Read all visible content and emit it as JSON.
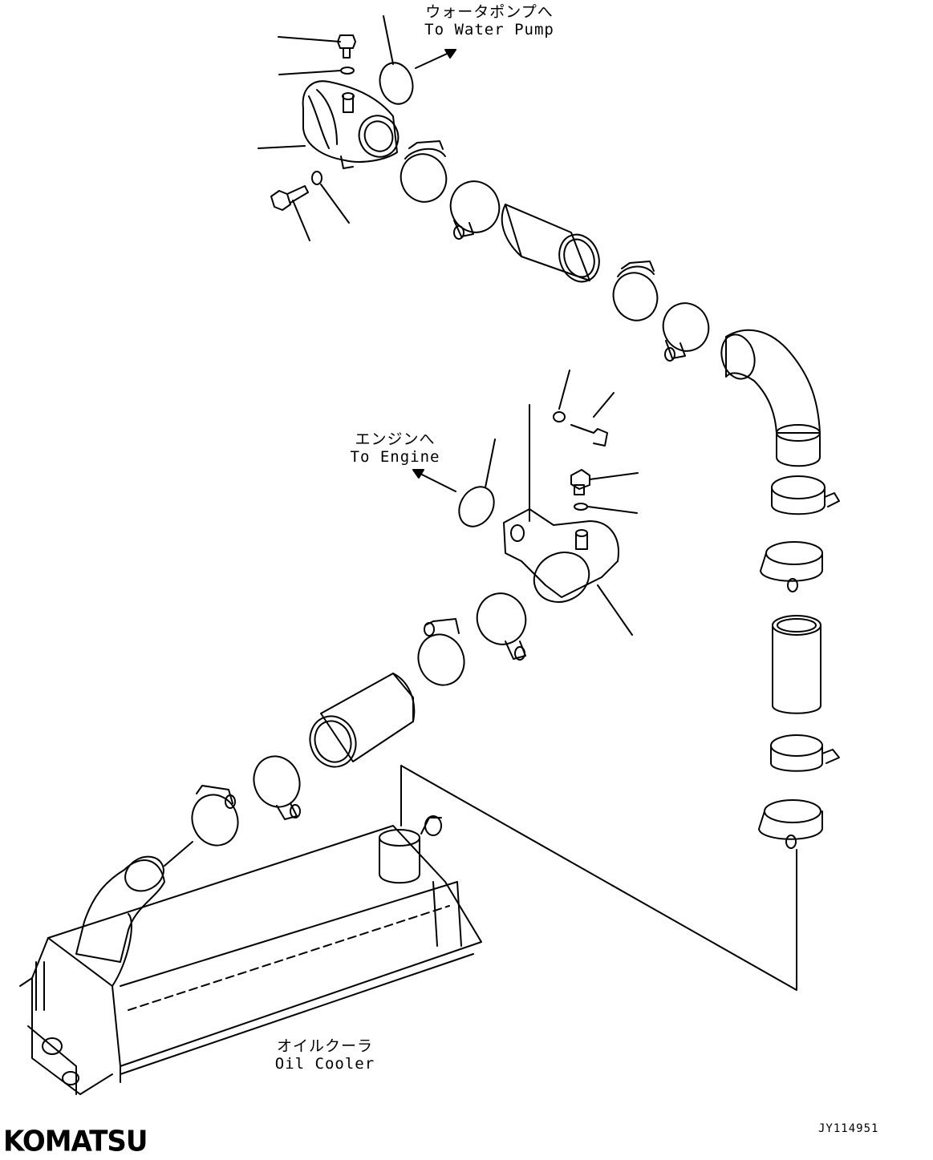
{
  "labels": {
    "water_pump": {
      "jp": "ウォータポンプへ",
      "en": "To Water Pump"
    },
    "engine": {
      "jp": "エンジンへ",
      "en": "To Engine"
    },
    "oil_cooler": {
      "jp": "オイルクーラ",
      "en": "Oil Cooler"
    }
  },
  "footer": {
    "brand": "KOMATSU",
    "drawing_code": "JY114951"
  }
}
